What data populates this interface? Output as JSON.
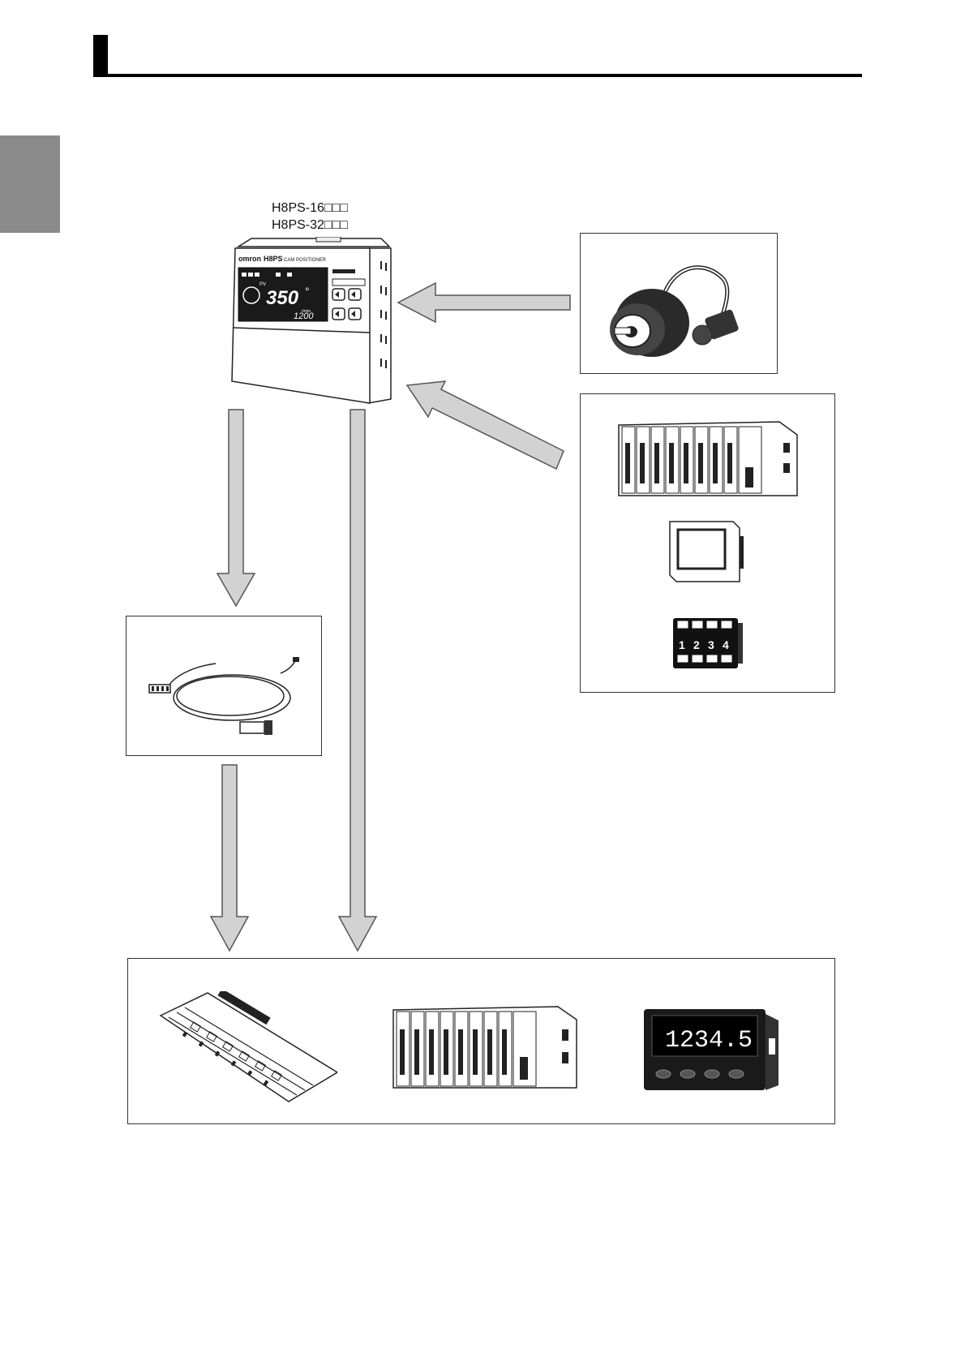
{
  "header": {
    "tab_color": "#8a8a8a",
    "rule_color": "#000000"
  },
  "model_label": {
    "line1": "H8PS-16□□□",
    "line2": "H8PS-32□□□"
  },
  "cam_positioner": {
    "brand": "omron",
    "model": "H8PS",
    "title": "CAM POSITIONER",
    "pv_label": "PV",
    "pv_value": "350",
    "degree": "°",
    "rpm_value": "1200",
    "rpm_unit": "r/min"
  },
  "switch_unit": {
    "keys": [
      "1",
      "2",
      "3",
      "4"
    ]
  },
  "panel_meter": {
    "display": "1234.5"
  },
  "colors": {
    "arrow_fill": "#d2d2d2",
    "arrow_stroke": "#555555",
    "line": "#222222"
  }
}
